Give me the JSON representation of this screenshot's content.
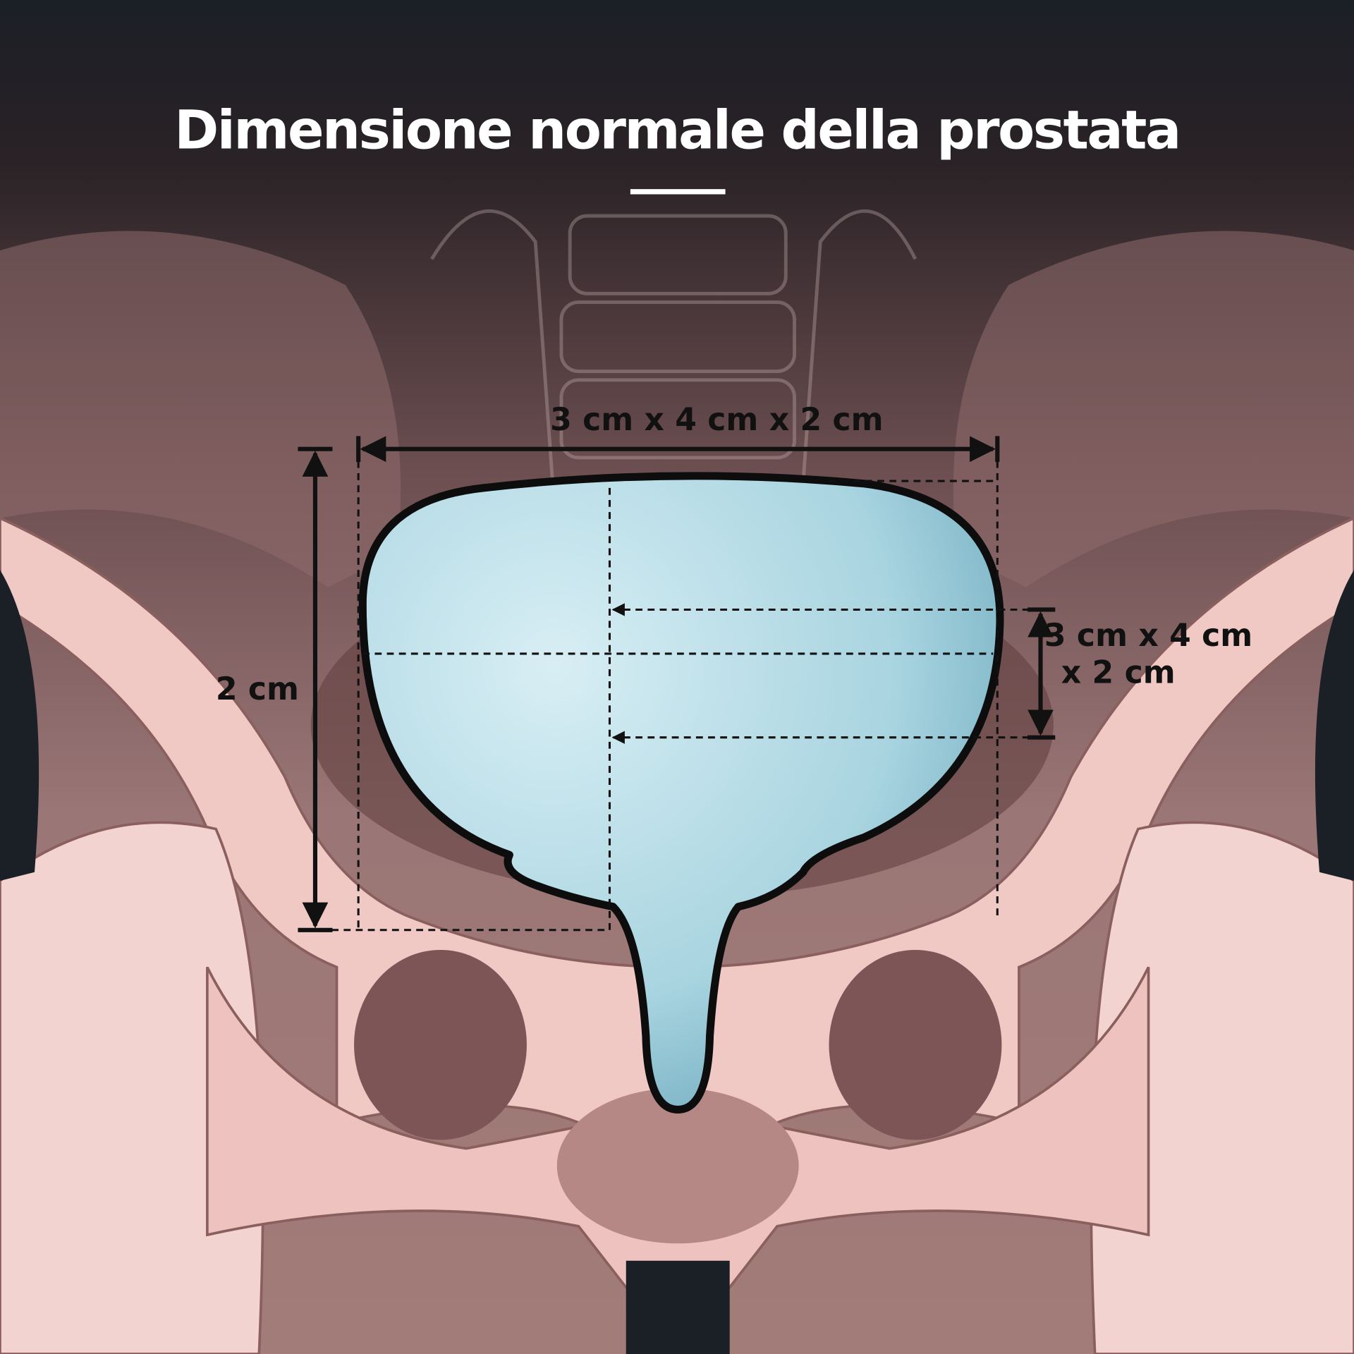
{
  "title": "Dimensione normale della prostata",
  "labels": {
    "top_dimension": "3 cm x 4 cm x 2 cm",
    "left_dimension": "2 cm",
    "right_dimension_line1": "3 cm x 4 cm",
    "right_dimension_line2": "x 2 cm"
  },
  "colors": {
    "background_top": "#1b1f26",
    "bone": "#f0c8c4",
    "prostate": "#a9d6e2",
    "outline": "#0d0d0d"
  }
}
